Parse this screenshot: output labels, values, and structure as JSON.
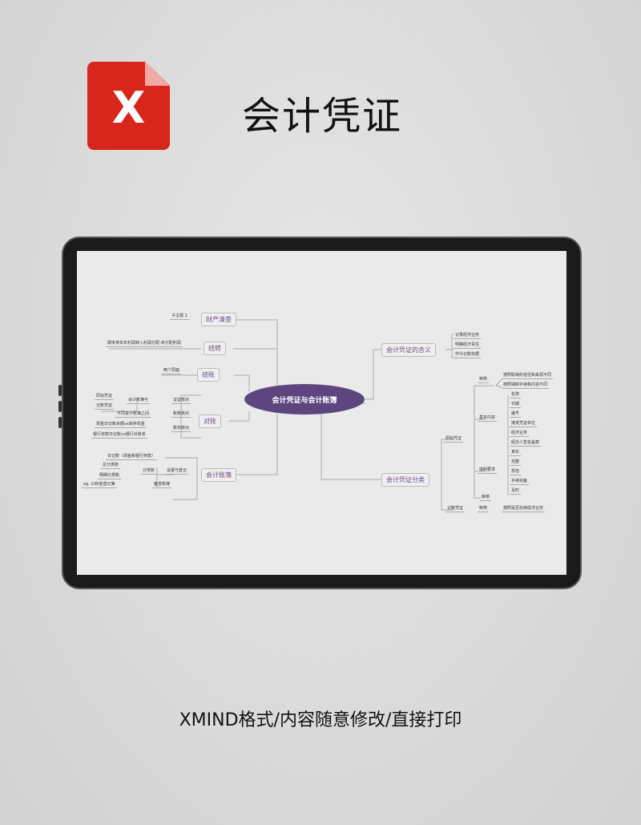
{
  "header": {
    "title": "会计凭证",
    "logo_letter": "X"
  },
  "footer": "XMIND格式/内容随意修改/直接打印",
  "mindmap": {
    "center": "会计凭证与会计账簿",
    "left": {
      "t1": "财产清查",
      "t1a": "子主题 1",
      "t2": "结转",
      "t2a": "期末将本年利润转入利润分配-未分配利润",
      "t3": "结账",
      "t3a": "两个层面",
      "t4": "对账",
      "t4a": "证证核对",
      "t4a1": "会计账簿与",
      "t4a2": "原始凭证",
      "t4a3": "记账凭证",
      "t4b": "账账核对",
      "t4b1": "不同会计账簿之间",
      "t4c": "账实核对",
      "t4c1": "现金日记账余额vs库存现金",
      "t4c2": "银行存款日记账vs银行对账单",
      "t5": "会计账簿",
      "t5a": "设置与登记",
      "t5a1": "日记账（现金和银行存款）",
      "t5a2": "分类账",
      "t5a3": "总分类账",
      "t5a4": "明细分类账",
      "t5a5": "备查账簿",
      "t5a6": "eg. 公积金登记簿"
    },
    "right": {
      "r1": "会计凭证的含义",
      "r1a": "记录经济业务",
      "r1b": "明确经济责任",
      "r1c": "作为记账依据",
      "r2": "会计凭证分类",
      "r2a": "原始凭证",
      "r2a1": "种类",
      "r2a1a": "按照取得的途径和来源不同",
      "r2a1b": "按照填制手续和内容不同",
      "r2a2": "基本内容",
      "r2a2a": "名称",
      "r2a2b": "日期",
      "r2a2c": "编号",
      "r2a2d": "接受凭证单位",
      "r2a2e": "经济业务",
      "r2a2f": "经办人签名盖章",
      "r2a3": "填制要求",
      "r2a3a": "真实",
      "r2a3b": "完整",
      "r2a3c": "规范",
      "r2a3d": "手续完备",
      "r2a3e": "及时",
      "r2a4": "审核",
      "r2b": "记账凭证",
      "r2b1": "种类",
      "r2b1a": "按照是否反映经济业务"
    }
  }
}
